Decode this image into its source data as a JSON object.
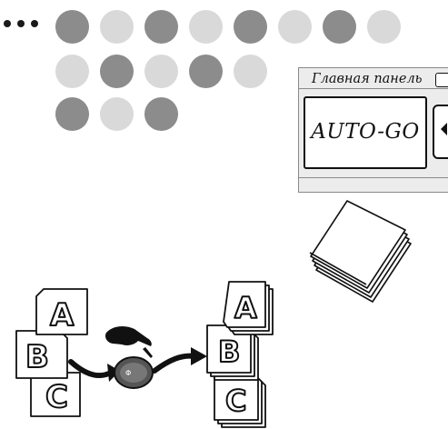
{
  "step_indicator": {
    "ellipsis_icon": "ellipsis-icon",
    "dots": [
      {
        "row": 1,
        "state": "dark"
      },
      {
        "row": 1,
        "state": "light"
      },
      {
        "row": 1,
        "state": "dark"
      },
      {
        "row": 1,
        "state": "light"
      },
      {
        "row": 1,
        "state": "dark"
      },
      {
        "row": 1,
        "state": "light"
      },
      {
        "row": 1,
        "state": "dark"
      },
      {
        "row": 1,
        "state": "light"
      },
      {
        "row": 2,
        "state": "light"
      },
      {
        "row": 2,
        "state": "dark"
      },
      {
        "row": 2,
        "state": "light"
      },
      {
        "row": 2,
        "state": "dark"
      },
      {
        "row": 2,
        "state": "light"
      },
      {
        "row": 3,
        "state": "dark"
      },
      {
        "row": 3,
        "state": "light"
      },
      {
        "row": 3,
        "state": "dark"
      }
    ],
    "colors": {
      "dark": "#8c8c8c",
      "light": "#d9d9d9"
    }
  },
  "control_panel": {
    "title": "Главная панель",
    "auto_go_label": "AUTO-GO",
    "arrow_icon": "triangle-left-icon"
  },
  "illustration": {
    "output_stack_icon": "paper-stack-icon",
    "originals_pages": [
      "A",
      "B",
      "C"
    ],
    "copies_pages": [
      "A",
      "B",
      "C"
    ],
    "hand_icon": "pointing-hand-icon",
    "start_key_icon": "start-key-icon",
    "start_key_symbol": "Φ",
    "arrow_icons": [
      "curved-arrow-icon",
      "curved-arrow-icon"
    ]
  }
}
